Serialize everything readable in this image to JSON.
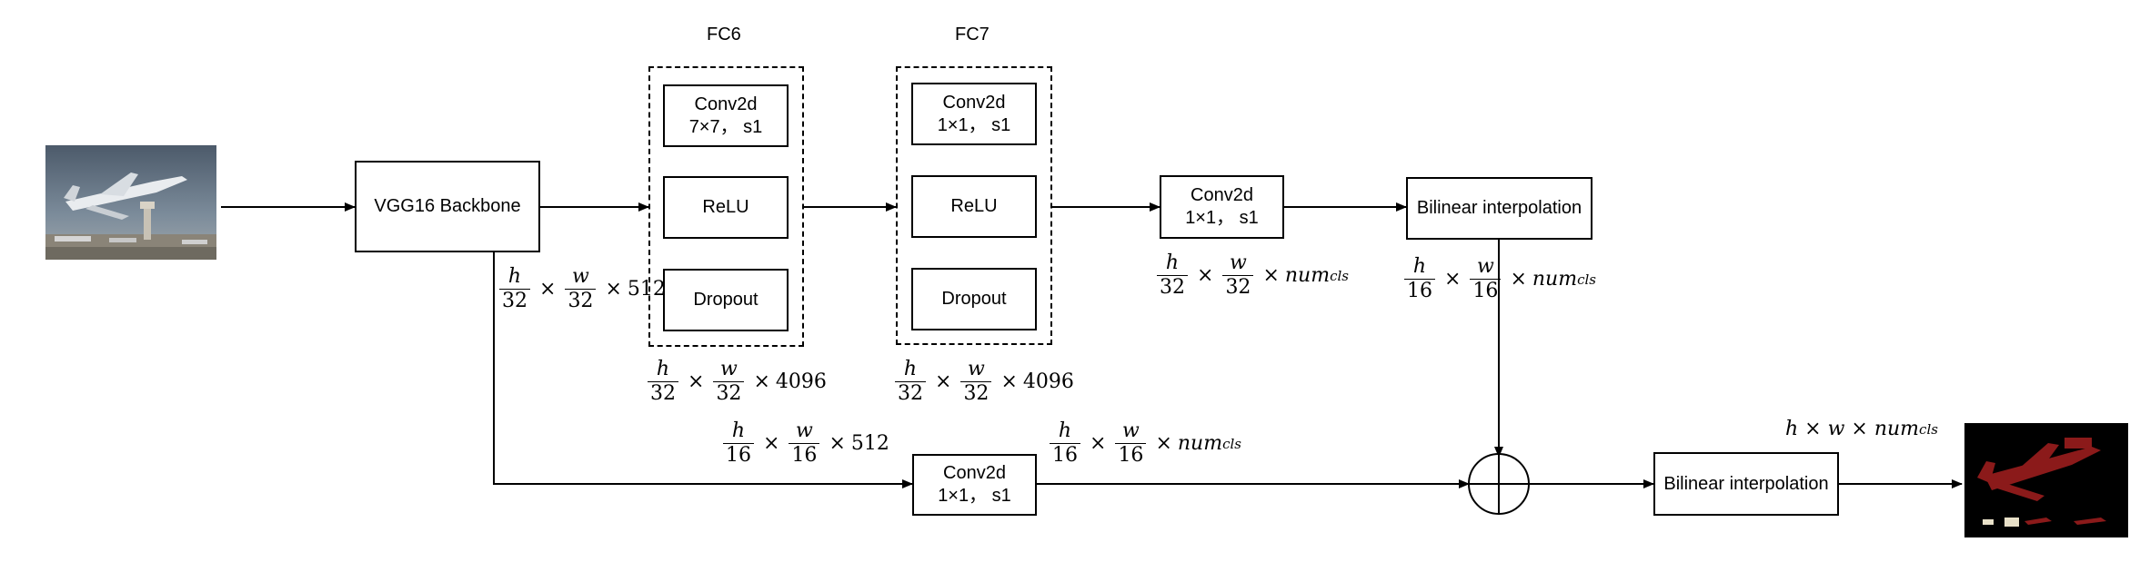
{
  "title": "",
  "nodes": {
    "backbone": "VGG16 Backbone",
    "fc6_label": "FC6",
    "fc7_label": "FC7",
    "fc6_conv": {
      "line1": "Conv2d",
      "line2": "7×7， s1"
    },
    "fc6_relu": "ReLU",
    "fc6_dropout": "Dropout",
    "fc7_conv": {
      "line1": "Conv2d",
      "line2": "1×1， s1"
    },
    "fc7_relu": "ReLU",
    "fc7_dropout": "Dropout",
    "score_conv": {
      "line1": "Conv2d",
      "line2": "1×1， s1"
    },
    "bilinear1": "Bilinear interpolation",
    "pool4_conv": {
      "line1": "Conv2d",
      "line2": "1×1， s1"
    },
    "bilinear2": "Bilinear interpolation",
    "add_symbol": "+"
  },
  "dims": {
    "backbone_out": {
      "num1": "h",
      "den1": "32",
      "num2": "w",
      "den2": "32",
      "tail": "512"
    },
    "fc6_out": {
      "num1": "h",
      "den1": "32",
      "num2": "w",
      "den2": "32",
      "tail": "4096"
    },
    "fc7_out": {
      "num1": "h",
      "den1": "32",
      "num2": "w",
      "den2": "32",
      "tail": "4096"
    },
    "score_out": {
      "num1": "h",
      "den1": "32",
      "num2": "w",
      "den2": "32",
      "tail": "num",
      "tail_sub": "cls"
    },
    "bilinear1_out": {
      "num1": "h",
      "den1": "16",
      "num2": "w",
      "den2": "16",
      "tail": "num",
      "tail_sub": "cls"
    },
    "pool4_in": {
      "num1": "h",
      "den1": "16",
      "num2": "w",
      "den2": "16",
      "tail": "512"
    },
    "pool4_out": {
      "num1": "h",
      "den1": "16",
      "num2": "w",
      "den2": "16",
      "tail": "num",
      "tail_sub": "cls"
    },
    "final_out": {
      "text": "h × w × num",
      "sub": "cls"
    }
  },
  "colors": {
    "mask_object": "#8b1a1a",
    "mask_background": "#000000"
  }
}
